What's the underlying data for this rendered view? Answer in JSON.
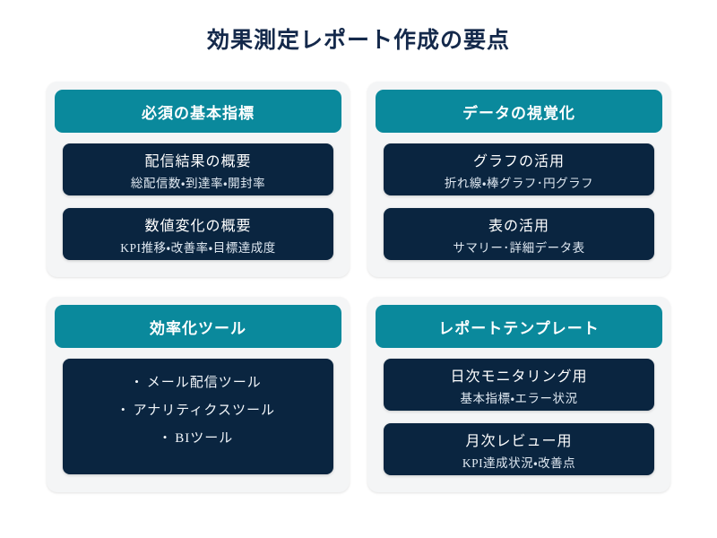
{
  "page": {
    "title": "効果測定レポート作成の要点"
  },
  "colors": {
    "header_teal": "#0A899C",
    "box_navy": "#0A2540",
    "card_gray": "#F4F5F6",
    "title_navy": "#14294B",
    "text_white": "#FFFFFF"
  },
  "bullet_char": "•",
  "sections": [
    {
      "header": "必須の基本指標",
      "items": [
        {
          "title": "配信結果の概要",
          "subtitle": "総配信数・到達率・開封率"
        },
        {
          "title": "数値変化の概要",
          "subtitle": "KPI推移・改善率・目標達成度"
        }
      ]
    },
    {
      "header": "データの視覚化",
      "items": [
        {
          "title": "グラフの活用",
          "subtitle": "折れ線・棒グラフ･円グラフ"
        },
        {
          "title": "表の活用",
          "subtitle": "サマリー･詳細データ表"
        }
      ]
    },
    {
      "header": "効率化ツール",
      "bullets": [
        "メール配信ツール",
        "アナリティクスツール",
        "BIツール"
      ]
    },
    {
      "header": "レポートテンプレート",
      "items": [
        {
          "title": "日次モニタリング用",
          "subtitle": "基本指標・エラー状況"
        },
        {
          "title": "月次レビュー用",
          "subtitle": "KPI達成状況・改善点"
        }
      ]
    }
  ]
}
